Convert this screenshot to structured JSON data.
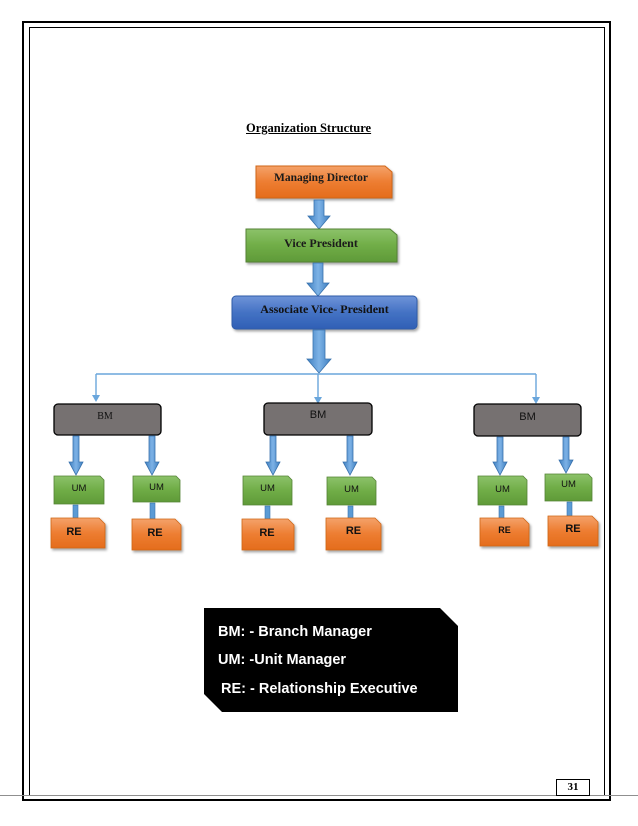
{
  "title": "Organization Structure",
  "levels": {
    "md": "Managing Director",
    "vp": "Vice President",
    "avp": "Associate Vice- President"
  },
  "branches": [
    {
      "bm": "BM",
      "units": [
        {
          "um": "UM",
          "re": "RE"
        },
        {
          "um": "UM",
          "re": "RE"
        }
      ]
    },
    {
      "bm": "BM",
      "units": [
        {
          "um": "UM",
          "re": "RE"
        },
        {
          "um": "UM",
          "re": "RE"
        }
      ]
    },
    {
      "bm": "BM",
      "units": [
        {
          "um": "UM",
          "re": "RE"
        },
        {
          "um": "UM",
          "re": "RE"
        }
      ]
    }
  ],
  "legend": [
    "BM: - Branch Manager",
    "UM: -Unit Manager",
    "RE: - Relationship Executive"
  ],
  "page_number": "31",
  "colors": {
    "md": "#ED7D31",
    "vp": "#70AD47",
    "avp": "#4472C4",
    "bm": "#767171",
    "um": "#70AD47",
    "re": "#ED7D31",
    "arrow": "#5B9BD5",
    "legend_bg": "#000000"
  }
}
